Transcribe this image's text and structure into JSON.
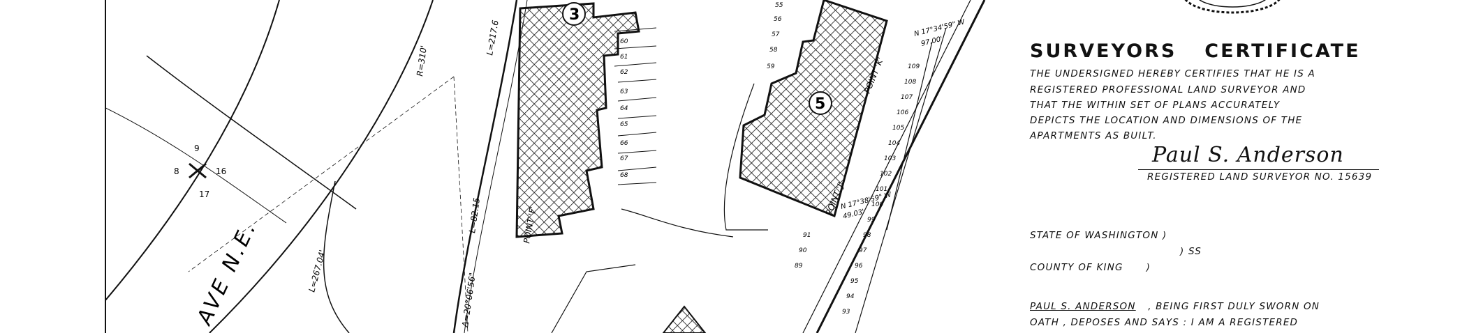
{
  "plan": {
    "building_labels": [
      "3",
      "5"
    ],
    "street_label": "AVE N.E.",
    "monument_numbers": [
      "9",
      "8",
      "16",
      "17"
    ],
    "curve_labels": [
      "R=310'",
      "L=267.04'",
      "L=217.6",
      "L=82.15",
      "Δ=20°06'56\""
    ],
    "point_labels": [
      "POINT 'K'",
      "POINT 'J'",
      "POINT 'F'"
    ],
    "bearing_labels": [
      "N 17°34'59\" W",
      "97.00'",
      "N 17°38'59\" W",
      "49.03'"
    ],
    "unit_numbers_col1": [
      "60",
      "61",
      "62",
      "63",
      "64",
      "65",
      "66",
      "67",
      "68"
    ],
    "unit_numbers_col2": [
      "55",
      "56",
      "57",
      "58",
      "59"
    ],
    "unit_numbers_col3": [
      "109",
      "108",
      "107",
      "106",
      "105",
      "104",
      "103",
      "102",
      "101",
      "100",
      "99",
      "98",
      "97",
      "96",
      "95",
      "94",
      "93"
    ],
    "unit_numbers_col4": [
      "91",
      "90",
      "89"
    ]
  },
  "certificate": {
    "title_1": "SURVEYORS",
    "title_2": "CERTIFICATE",
    "body_lines": [
      "THE UNDERSIGNED HEREBY CERTIFIES THAT HE IS A",
      "REGISTERED PROFESSIONAL LAND SURVEYOR AND",
      "THAT THE WITHIN SET OF PLANS ACCURATELY",
      "DEPICTS THE LOCATION AND DIMENSIONS OF THE",
      "APARTMENTS AS BUILT."
    ],
    "signature": "Paul S. Anderson",
    "surveyor_no": "REGISTERED LAND SURVEYOR NO. 15639",
    "state": "STATE OF WASHINGTON )",
    "ss": ") SS",
    "county": "COUNTY OF KING      )",
    "name": "PAUL S. ANDERSON",
    "oath_line_1": ", BEING FIRST DULY SWORN ON",
    "oath_line_2": "OATH , DEPOSES AND SAYS : I AM A REGISTERED"
  },
  "colors": {
    "ink": "#111111",
    "paper": "#ffffff"
  }
}
